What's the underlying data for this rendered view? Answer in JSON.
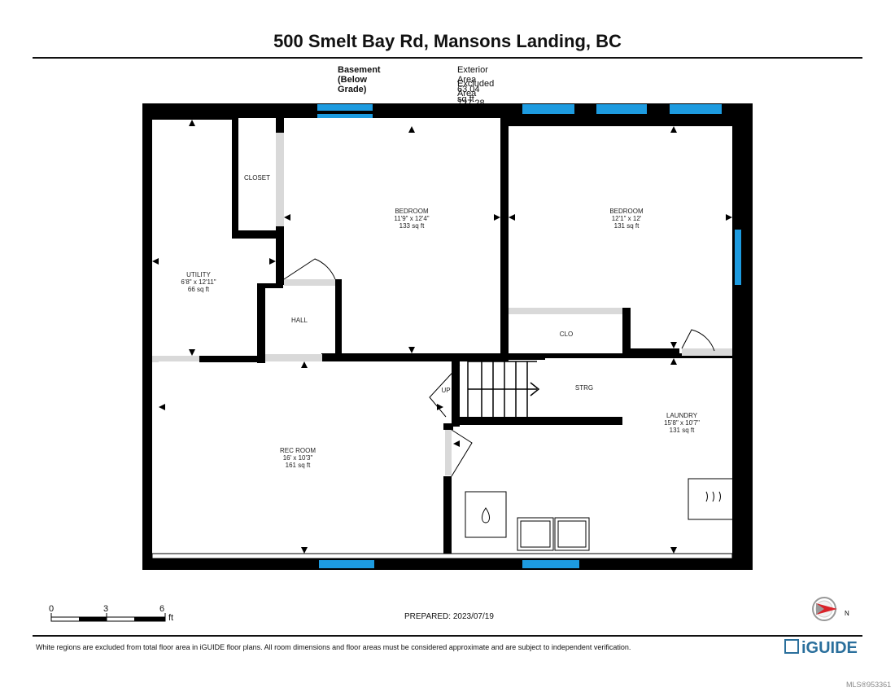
{
  "header": {
    "title": "500 Smelt Bay Rd, Mansons Landing, BC",
    "level_label": "Basement (Below Grade)",
    "exterior_area": "Exterior Area 63.04 sq ft",
    "excluded_area": "Excluded Area 727.28 sq ft"
  },
  "rooms": {
    "closet": {
      "name": "CLOSET"
    },
    "bedroom1": {
      "name": "BEDROOM",
      "dims": "11'9\" x 12'4\"",
      "area": "133 sq ft"
    },
    "bedroom2": {
      "name": "BEDROOM",
      "dims": "12'1\" x 12'",
      "area": "131 sq ft"
    },
    "utility": {
      "name": "UTILITY",
      "dims": "6'8\" x 12'11\"",
      "area": "66 sq ft"
    },
    "hall": {
      "name": "HALL"
    },
    "clo": {
      "name": "CLO"
    },
    "strg": {
      "name": "STRG"
    },
    "laundry": {
      "name": "LAUNDRY",
      "dims": "15'8\" x 10'7\"",
      "area": "131 sq ft"
    },
    "rec": {
      "name": "REC ROOM",
      "dims": "16' x 10'3\"",
      "area": "161 sq ft"
    },
    "stairs": {
      "label": "UP"
    }
  },
  "scale": {
    "ticks": [
      "0",
      "3",
      "6"
    ],
    "unit": "ft"
  },
  "prepared": "PREPARED: 2023/07/19",
  "compass": {
    "label": "N"
  },
  "footer": {
    "disclaimer": "White regions are excluded from total floor area in iGUIDE floor plans. All room dimensions and floor areas must be considered approximate and are subject to independent verification.",
    "logo": "iGUIDE",
    "mls": "MLS®953361"
  },
  "colors": {
    "wall": "#000000",
    "window": "#1d9be0",
    "door_gap": "#d9d9d9"
  }
}
